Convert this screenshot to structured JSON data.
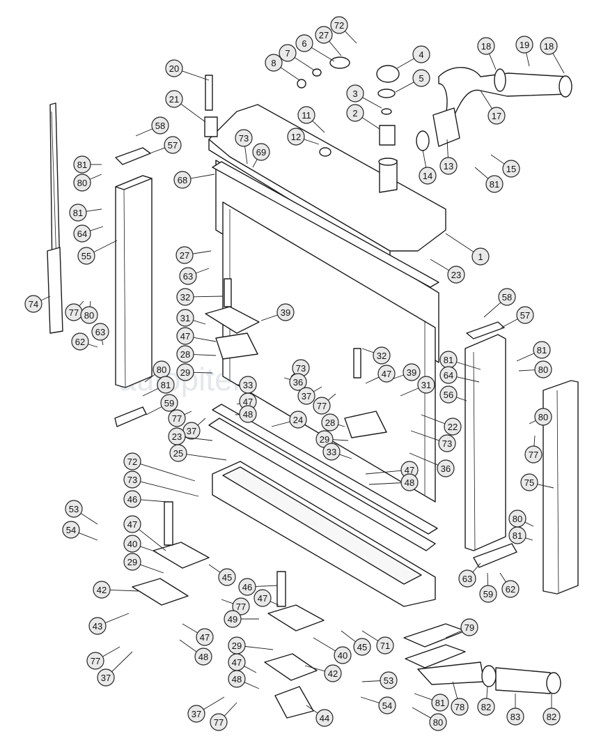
{
  "watermark_text": "autopiter.ru",
  "callouts": [
    {
      "id": "c72a",
      "label": "72"
    },
    {
      "id": "c27a",
      "label": "27"
    },
    {
      "id": "c6",
      "label": "6"
    },
    {
      "id": "c7",
      "label": "7"
    },
    {
      "id": "c8",
      "label": "8"
    },
    {
      "id": "c4",
      "label": "4"
    },
    {
      "id": "c5",
      "label": "5"
    },
    {
      "id": "c3",
      "label": "3"
    },
    {
      "id": "c2",
      "label": "2"
    },
    {
      "id": "c11",
      "label": "11"
    },
    {
      "id": "c12",
      "label": "12"
    },
    {
      "id": "c20",
      "label": "20"
    },
    {
      "id": "c21",
      "label": "21"
    },
    {
      "id": "c58a",
      "label": "58"
    },
    {
      "id": "c57a",
      "label": "57"
    },
    {
      "id": "c73a",
      "label": "73"
    },
    {
      "id": "c69",
      "label": "69"
    },
    {
      "id": "c81a",
      "label": "81"
    },
    {
      "id": "c80a",
      "label": "80"
    },
    {
      "id": "c68",
      "label": "68"
    },
    {
      "id": "c81b",
      "label": "81"
    },
    {
      "id": "c64a",
      "label": "64"
    },
    {
      "id": "c55",
      "label": "55"
    },
    {
      "id": "c27b",
      "label": "27"
    },
    {
      "id": "c63a",
      "label": "63"
    },
    {
      "id": "c74",
      "label": "74"
    },
    {
      "id": "c77a",
      "label": "77"
    },
    {
      "id": "c80b",
      "label": "80"
    },
    {
      "id": "c63b",
      "label": "63"
    },
    {
      "id": "c62a",
      "label": "62"
    },
    {
      "id": "c32a",
      "label": "32"
    },
    {
      "id": "c39a",
      "label": "39"
    },
    {
      "id": "c31a",
      "label": "31"
    },
    {
      "id": "c47a",
      "label": "47"
    },
    {
      "id": "c28a",
      "label": "28"
    },
    {
      "id": "c29a",
      "label": "29"
    },
    {
      "id": "c80c",
      "label": "80"
    },
    {
      "id": "c81c",
      "label": "81"
    },
    {
      "id": "c59a",
      "label": "59"
    },
    {
      "id": "c33a",
      "label": "33"
    },
    {
      "id": "c73b",
      "label": "73"
    },
    {
      "id": "c36a",
      "label": "36"
    },
    {
      "id": "c37a",
      "label": "37"
    },
    {
      "id": "c77b",
      "label": "77"
    },
    {
      "id": "c47b",
      "label": "47"
    },
    {
      "id": "c77c",
      "label": "77"
    },
    {
      "id": "c37b",
      "label": "37"
    },
    {
      "id": "c48a",
      "label": "48"
    },
    {
      "id": "c32b",
      "label": "32"
    },
    {
      "id": "c39b",
      "label": "39"
    },
    {
      "id": "c47c",
      "label": "47"
    },
    {
      "id": "c31b",
      "label": "31"
    },
    {
      "id": "c24",
      "label": "24"
    },
    {
      "id": "c23a",
      "label": "23"
    },
    {
      "id": "c25",
      "label": "25"
    },
    {
      "id": "c28b",
      "label": "28"
    },
    {
      "id": "c22",
      "label": "22"
    },
    {
      "id": "c29b",
      "label": "29"
    },
    {
      "id": "c73c",
      "label": "73"
    },
    {
      "id": "c33b",
      "label": "33"
    },
    {
      "id": "c36b",
      "label": "36"
    },
    {
      "id": "c47d",
      "label": "47"
    },
    {
      "id": "c48b",
      "label": "48"
    },
    {
      "id": "c18a",
      "label": "18"
    },
    {
      "id": "c19",
      "label": "19"
    },
    {
      "id": "c18b",
      "label": "18"
    },
    {
      "id": "c17",
      "label": "17"
    },
    {
      "id": "c13",
      "label": "13"
    },
    {
      "id": "c14",
      "label": "14"
    },
    {
      "id": "c15",
      "label": "15"
    },
    {
      "id": "c81d",
      "label": "81"
    },
    {
      "id": "c1",
      "label": "1"
    },
    {
      "id": "c23b",
      "label": "23"
    },
    {
      "id": "c58b",
      "label": "58"
    },
    {
      "id": "c57b",
      "label": "57"
    },
    {
      "id": "c81e",
      "label": "81"
    },
    {
      "id": "c80d",
      "label": "80"
    },
    {
      "id": "c81f",
      "label": "81"
    },
    {
      "id": "c64b",
      "label": "64"
    },
    {
      "id": "c56",
      "label": "56"
    },
    {
      "id": "c80e",
      "label": "80"
    },
    {
      "id": "c77d",
      "label": "77"
    },
    {
      "id": "c75",
      "label": "75"
    },
    {
      "id": "c80f",
      "label": "80"
    },
    {
      "id": "c81g",
      "label": "81"
    },
    {
      "id": "c63c",
      "label": "63"
    },
    {
      "id": "c62b",
      "label": "62"
    },
    {
      "id": "c59b",
      "label": "59"
    },
    {
      "id": "c72b",
      "label": "72"
    },
    {
      "id": "c73d",
      "label": "73"
    },
    {
      "id": "c46a",
      "label": "46"
    },
    {
      "id": "c53a",
      "label": "53"
    },
    {
      "id": "c54a",
      "label": "54"
    },
    {
      "id": "c47e",
      "label": "47"
    },
    {
      "id": "c40a",
      "label": "40"
    },
    {
      "id": "c29c",
      "label": "29"
    },
    {
      "id": "c45a",
      "label": "45"
    },
    {
      "id": "c42a",
      "label": "42"
    },
    {
      "id": "c77e",
      "label": "77"
    },
    {
      "id": "c43",
      "label": "43"
    },
    {
      "id": "c47f",
      "label": "47"
    },
    {
      "id": "c48c",
      "label": "48"
    },
    {
      "id": "c77f",
      "label": "77"
    },
    {
      "id": "c37c",
      "label": "37"
    },
    {
      "id": "c46b",
      "label": "46"
    },
    {
      "id": "c47g",
      "label": "47"
    },
    {
      "id": "c49",
      "label": "49"
    },
    {
      "id": "c29d",
      "label": "29"
    },
    {
      "id": "c40b",
      "label": "40"
    },
    {
      "id": "c45b",
      "label": "45"
    },
    {
      "id": "c71",
      "label": "71"
    },
    {
      "id": "c47h",
      "label": "47"
    },
    {
      "id": "c42b",
      "label": "42"
    },
    {
      "id": "c48d",
      "label": "48"
    },
    {
      "id": "c53b",
      "label": "53"
    },
    {
      "id": "c54b",
      "label": "54"
    },
    {
      "id": "c37d",
      "label": "37"
    },
    {
      "id": "c77g",
      "label": "77"
    },
    {
      "id": "c44",
      "label": "44"
    },
    {
      "id": "c79",
      "label": "79"
    },
    {
      "id": "c81h",
      "label": "81"
    },
    {
      "id": "c80g",
      "label": "80"
    },
    {
      "id": "c78",
      "label": "78"
    },
    {
      "id": "c82a",
      "label": "82"
    },
    {
      "id": "c83",
      "label": "83"
    },
    {
      "id": "c82b",
      "label": "82"
    }
  ]
}
